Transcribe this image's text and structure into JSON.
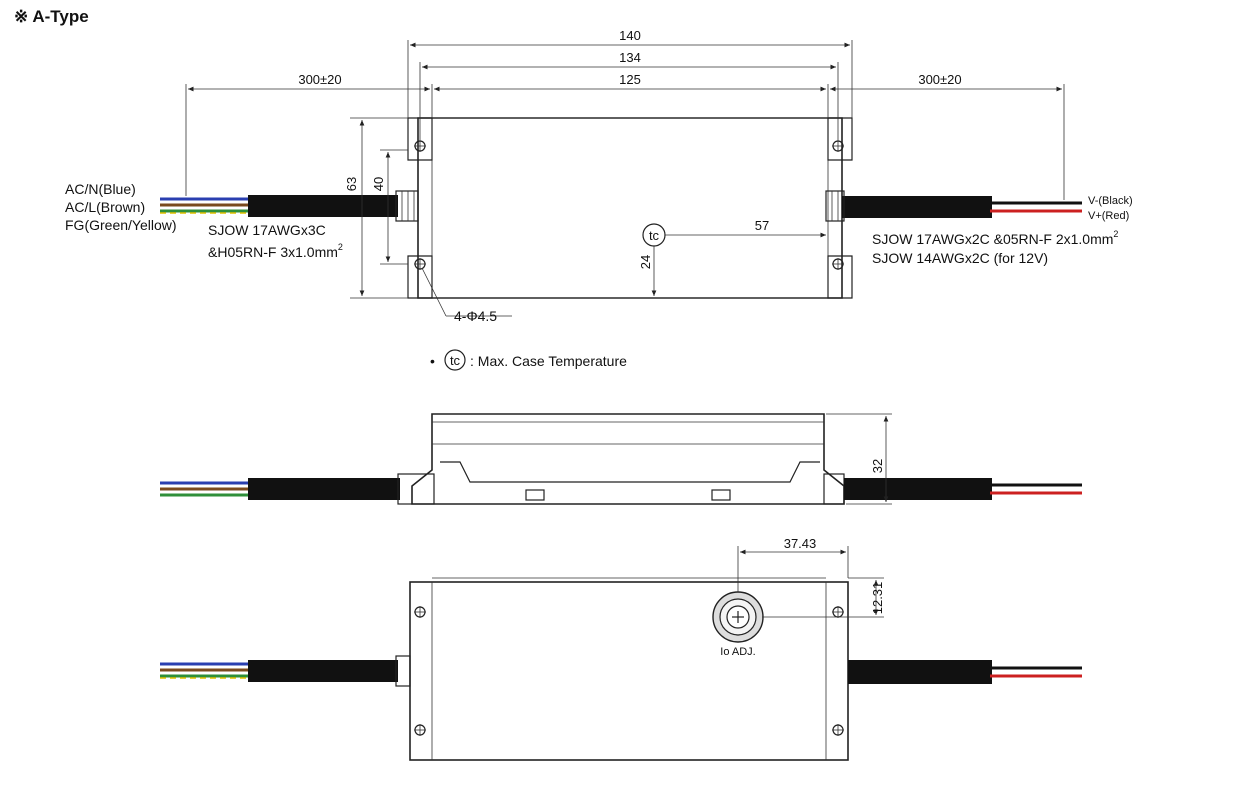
{
  "title": "※ A-Type",
  "colors": {
    "line": "#222222",
    "wire_blue": "#2a3fb0",
    "wire_brown": "#7a4a1e",
    "wire_green": "#2f8f3a",
    "wire_yellow": "#e0c000",
    "wire_red": "#cc2020",
    "wire_black": "#111111"
  },
  "top_view": {
    "dimensions": {
      "overall": "140",
      "mount": "134",
      "body": "125",
      "left_cable": "300±20",
      "right_cable": "300±20",
      "height": "63",
      "mount_height": "40",
      "tc_x": "57",
      "tc_y": "24",
      "holes": "4-Φ4.5"
    },
    "left_wires": [
      "AC/N(Blue)",
      "AC/L(Brown)",
      "FG(Green/Yellow)"
    ],
    "left_cable_spec": [
      "SJOW 17AWGx3C",
      "&H05RN-F 3x1.0mm"
    ],
    "left_cable_sup": "2",
    "right_wires": [
      "V-(Black)",
      "V+(Red)"
    ],
    "right_cable_spec": [
      "SJOW 17AWGx2C &05RN-F 2x1.0mm",
      "SJOW 14AWGx2C (for 12V)"
    ],
    "right_cable_sup": "2",
    "tc_symbol": "tc"
  },
  "legend": {
    "bullet": "•",
    "symbol": "tc",
    "text": ": Max. Case Temperature"
  },
  "side_view": {
    "height": "32"
  },
  "bottom_view": {
    "adj_x": "37.43",
    "adj_y": "12.31",
    "adj_label": "Io ADJ."
  }
}
